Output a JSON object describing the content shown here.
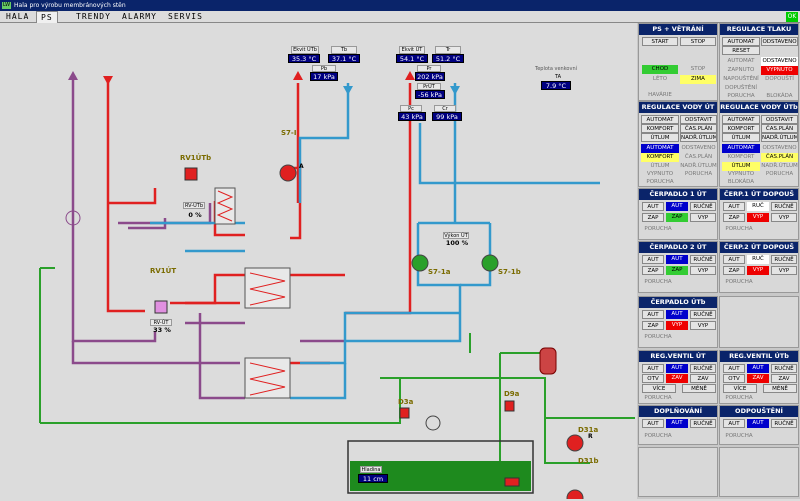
{
  "window": {
    "title": "Hala pro výrobu membránových stěn",
    "icon": "LW",
    "status_badge": "OK"
  },
  "menu": [
    "HALA",
    "PS",
    "TRENDY",
    "ALARMY",
    "SERVIS"
  ],
  "active_menu": "PS",
  "colors": {
    "supply": "#e02020",
    "return": "#3399cc",
    "mix": "#8b4a8b",
    "water": "#2aa02a",
    "value_bg": "#000080",
    "header": "#0a246a",
    "active_blue": "#0000cc",
    "active_red": "#ee0000",
    "active_green": "#33cc33",
    "active_yellow": "#ffff66"
  },
  "scheme": {
    "ts_ut_supply": {
      "label": "Ekvit ÚTb",
      "value": "35.3 °C"
    },
    "ts_ut_return": {
      "label": "Tb",
      "value": "37.1 °C"
    },
    "p_utb": {
      "label": "Pb",
      "value": "17 kPa"
    },
    "ts_ut2_supply": {
      "label": "Ekvit ÚT",
      "value": "54.1 °C"
    },
    "ts_ut2_return": {
      "label": "Tr",
      "value": "51.2 °C"
    },
    "p_ut2": {
      "label": "Pr",
      "value": "202 kPa"
    },
    "p_diff": {
      "label": "PrÚT",
      "value": "-56 kPa"
    },
    "p_c": {
      "label": "Pc",
      "value": "43 kPa"
    },
    "p_cr": {
      "label": "Cr",
      "value": "99 kPa"
    },
    "t_outdoor": {
      "label": "Teplota venkovní",
      "sub": "TA",
      "value": "7.9 °C"
    },
    "valve_rv1utb": {
      "name": "RV1ÚTb",
      "label": "RV-ÚTb",
      "value": "0 %"
    },
    "valve_rv1ut": {
      "name": "RV1ÚT",
      "label": "RV-ÚT",
      "value": "33 %"
    },
    "valve_ut": {
      "label": "Výkon ÚT",
      "value": "100 %"
    },
    "level": {
      "label": "Hladina",
      "value": "11 cm"
    },
    "pumps": [
      "S7-I",
      "S7-1a",
      "S7-1b",
      "D3a",
      "D9a",
      "D31a",
      "D31b"
    ],
    "pump_badges": [
      "A",
      "R"
    ]
  },
  "panel": {
    "ps": {
      "title": "PS + VĚTRÁNÍ",
      "start": "START",
      "stop": "STOP",
      "chod": "CHOD",
      "stop_st": "STOP",
      "leto": "LÉTO",
      "zima": "ZIMA",
      "havarie": "HAVÁRIE"
    },
    "reg_tlaku": {
      "title": "REGULACE TLAKU",
      "automat": "AUTOMAT",
      "odstaveno": "ODSTAVENO",
      "reset": "RESET",
      "automat_st": "AUTOMAT",
      "odstaveno_st": "ODSTAVENO",
      "zapnuto": "ZAPNUTO",
      "vypnuto": "VYPNUTO",
      "napousteni": "NAPOUŠTĚNÍ",
      "dopousti": "DOPOUŠTÍ",
      "dopousteni": "DOPUŠTĚNÍ",
      "porucha": "PORUCHA",
      "blokada": "BLOKÁDA"
    },
    "reg_ut": {
      "title": "REGULACE VODY ÚT",
      "b": [
        "AUTOMAT",
        "ODSTAVIT",
        "KOMFORT",
        "ČAS.PLÁN",
        "ÚTLUM",
        "NADŘ.ÚTLUM"
      ],
      "s": [
        "AUTOMAT",
        "ODSTAVENO",
        "KOMFORT",
        "ČAS.PLÁN",
        "ÚTLUM",
        "NADŘ.ÚTLUM",
        "VYPNUTO",
        "PORUCHA",
        "PORUCHA"
      ]
    },
    "reg_utb": {
      "title": "REGULACE VODY ÚTb",
      "b": [
        "AUTOMAT",
        "ODSTAVIT",
        "KOMFORT",
        "ČAS.PLÁN",
        "ÚTLUM",
        "NADŘ.ÚTLUM"
      ],
      "s": [
        "AUTOMAT",
        "ODSTAVENO",
        "KOMFORT",
        "ČAS.PLÁN",
        "ÚTLUM",
        "NADŘ.ÚTLUM",
        "VYPNUTO",
        "PORUCHA",
        "BLOKÁDA"
      ]
    },
    "cerp1ut": {
      "title": "ČERPADLO 1 ÚT",
      "aut": "AUT",
      "aut_st": "AUT",
      "rucne": "RUČNĚ",
      "zap": "ZAP",
      "zap_st": "ZAP",
      "vyp": "VYP",
      "porucha": "PORUCHA"
    },
    "cerp1dop": {
      "title": "ČERP.1 ÚT DOPOUŠ",
      "aut": "AUT",
      "ruc_st": "RUČ",
      "rucne": "RUČNĚ",
      "zap": "ZAP",
      "vyp_st": "VYP",
      "vyp": "VYP",
      "porucha": "PORUCHA"
    },
    "cerp2ut": {
      "title": "ČERPADLO 2 ÚT",
      "aut": "AUT",
      "aut_st": "AUT",
      "rucne": "RUČNĚ",
      "zap": "ZAP",
      "zap_st": "ZAP",
      "vyp": "VYP",
      "porucha": "PORUCHA"
    },
    "cerp2dop": {
      "title": "ČERP.2 ÚT DOPOUŠ",
      "aut": "AUT",
      "ruc_st": "RUČ",
      "rucne": "RUČNĚ",
      "zap": "ZAP",
      "vyp_st": "VYP",
      "vyp": "VYP",
      "porucha": "PORUCHA"
    },
    "cerputb": {
      "title": "ČERPADLO ÚTb",
      "aut": "AUT",
      "aut_st": "AUT",
      "rucne": "RUČNĚ",
      "zap": "ZAP",
      "vyp_st": "VYP",
      "vyp": "VYP",
      "porucha": "PORUCHA"
    },
    "regvut": {
      "title": "REG.VENTIL ÚT",
      "aut": "AUT",
      "aut_st": "AUT",
      "rucne": "RUČNĚ",
      "otv": "OTV",
      "zav_st": "ZAV",
      "zav": "ZAV",
      "vice": "VÍCE",
      "mene": "MÉNĚ",
      "porucha": "PORUCHA"
    },
    "regvutb": {
      "title": "REG.VENTIL ÚTb",
      "aut": "AUT",
      "aut_st": "AUT",
      "rucne": "RUČNĚ",
      "otv": "OTV",
      "zav_st": "ZAV",
      "zav": "ZAV",
      "vice": "VÍCE",
      "mene": "MÉNĚ",
      "porucha": "PORUCHA"
    },
    "doplnovani": {
      "title": "DOPLŇOVÁNÍ",
      "aut": "AUT",
      "aut_st": "AUT",
      "rucne": "RUČNĚ",
      "porucha": "PORUCHA"
    },
    "odpousteni": {
      "title": "ODPOUŠTĚNÍ",
      "aut": "AUT",
      "aut_st": "AUT",
      "rucne": "RUČNĚ",
      "porucha": "PORUCHA"
    }
  }
}
